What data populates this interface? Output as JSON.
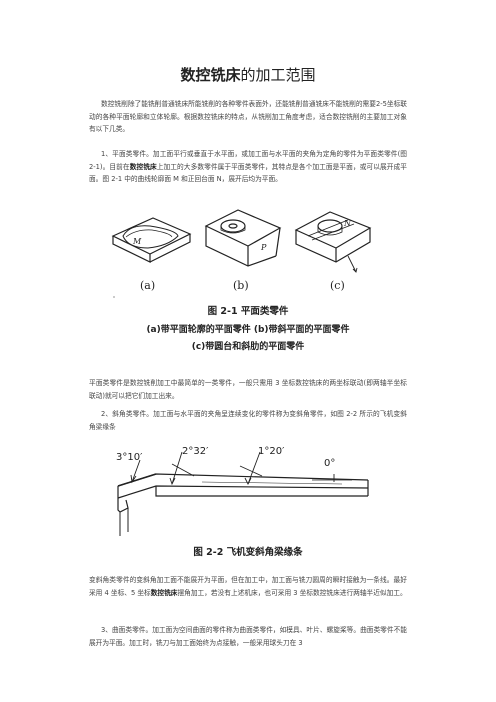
{
  "title": {
    "bold": "数控铣床",
    "rest": "的加工范围"
  },
  "para1": "数控铣削除了能铣削普通铣床所能铣削的各种零件表面外，还能铣削普通铣床不能铣削的需要2-5坐标联动的各种平面轮廓和立体轮廓。根据数控铣床的特点，从铣削加工角度考虑，适合数控铣削的主要加工对象有以下几类。",
  "para2": {
    "a": "1、平面类零件。加工面平行或垂直于水平面，或加工面与水平面的夹角为定角的零件为平面类零件(图 2-1)。目前在",
    "hl": "数控铣床",
    "b": "上加工的大多数零件属于平面类零件，其特点是各个加工面是平面，或可以展开成平面。图 2-1 中的曲线轮廓面 M 和正回台面 N，展开后均为平面。"
  },
  "fig1": {
    "labels": {
      "a": "(a)",
      "b": "(b)",
      "c": "(c)",
      "M": "M",
      "P": "P",
      "N": "N"
    },
    "caption": "图 2-1    平面类零件",
    "sub1": "(a)带平面轮廓的平面零件   (b)带斜平面的平面零件",
    "sub2": "(c)带圆台和斜肋的平面零件"
  },
  "para3": "平面类零件是数控铣削加工中最简单的一类零件，一般只需用 3 坐标数控铣床的两坐标联动(即两轴半坐标联动)就可以把它们加工出来。",
  "para4": "2、斜角类零件。加工面与水平面的夹角呈连续变化的零件称为变斜角零件，如图 2-2 所示的飞机变斜角梁缘条",
  "fig2": {
    "angles": [
      "3°10′",
      "2°32′",
      "1°20′",
      "0°"
    ],
    "caption": "图 2-2    飞机变斜角梁缘条"
  },
  "para5": {
    "a": "变斜角类零件的变斜角加工面不能展开为平面，但在加工中，加工面与铣刀圆周的瞬时接触为一条线。最好采用 4 坐标、5 坐标",
    "hl": "数控铣床",
    "b": "摆角加工，若没有上述机床，也可采用 3 坐标数控铣床进行两轴半近似加工。"
  },
  "para6": "3、曲面类零件。加工面为空间曲面的零件称为曲面类零件，如模具、叶片、螺旋桨等。曲面类零件不能展开为平面。加工时，铣刀与加工面始终为点接触，一般采用球头刀在 3"
}
